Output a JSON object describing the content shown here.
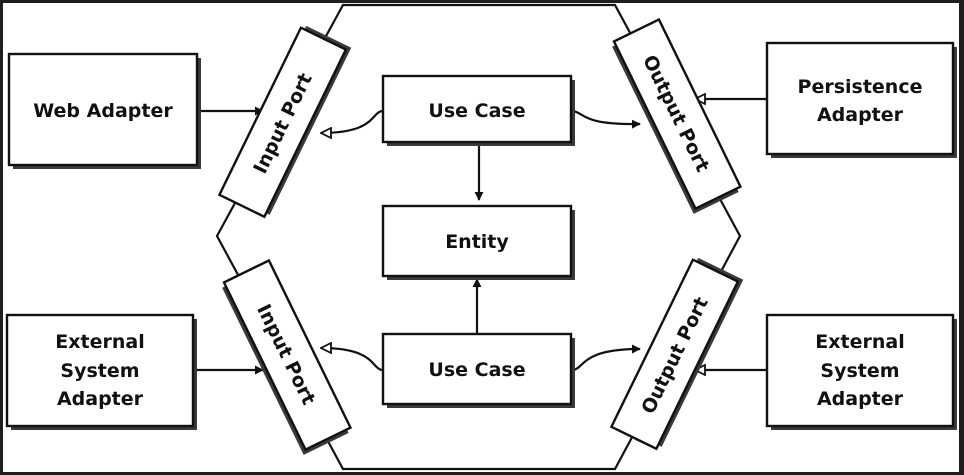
{
  "nodes": {
    "web_adapter": "Web Adapter",
    "persistence_adapter": [
      "Persistence",
      "Adapter"
    ],
    "external_left": [
      "External",
      "System",
      "Adapter"
    ],
    "external_right": [
      "External",
      "System",
      "Adapter"
    ],
    "use_case_top": "Use Case",
    "use_case_bottom": "Use Case",
    "entity": "Entity",
    "input_port_top": "Input Port",
    "input_port_bottom": "Input Port",
    "output_port_top": "Output Port",
    "output_port_bottom": "Output Port"
  },
  "colors": {
    "frame": "#1e1e1e",
    "background": "#ffffff",
    "stroke": "#111111",
    "shadow": "#3a3a3a"
  }
}
